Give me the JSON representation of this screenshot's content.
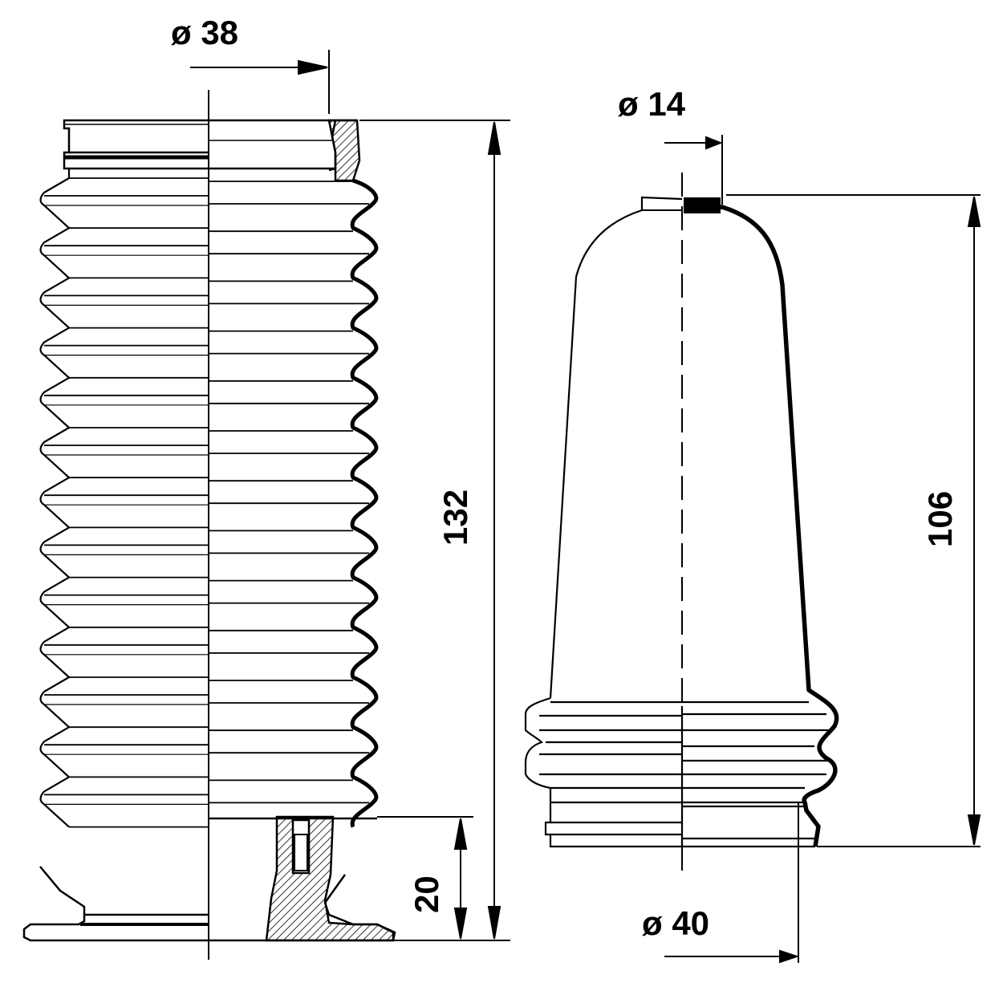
{
  "drawing": {
    "colors": {
      "line": "#000000",
      "background": "#ffffff",
      "hatch": "#000000"
    },
    "bellows": {
      "dia_label": "ø 38",
      "length_label": "132",
      "collar_label": "20"
    },
    "boot": {
      "top_dia_label": "ø 14",
      "length_label": "106",
      "bottom_dia_label": "ø 40"
    }
  }
}
